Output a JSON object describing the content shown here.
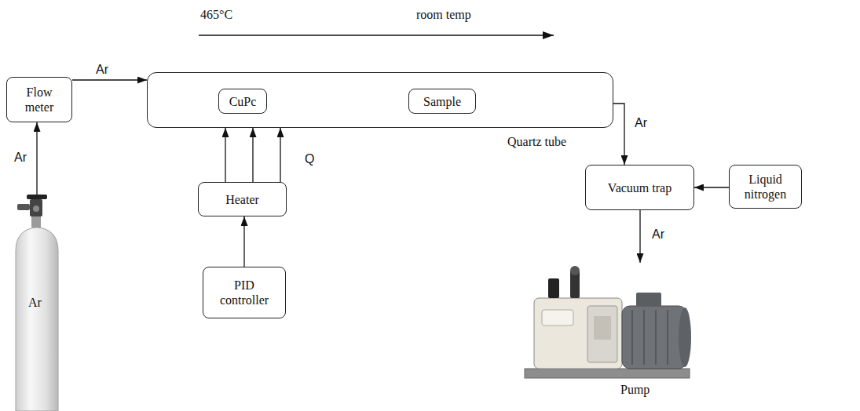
{
  "diagram": {
    "nodes": [
      {
        "text": [
          "Flow meter"
        ]
      },
      {
        "text": [
          "Quartz tube"
        ]
      },
      {
        "text": [
          "CuPc"
        ],
        "in": 1
      },
      {
        "text": [
          "Sample"
        ],
        "in": 1
      },
      {
        "text": [
          "Heater"
        ]
      },
      {
        "text": [
          "PID controller"
        ]
      },
      {
        "text": [
          "Vacuum trap"
        ]
      },
      {
        "text": [
          "Liquid nitrogen"
        ]
      },
      {
        "text": [
          "Pump"
        ]
      },
      {
        "text": [
          "Ar"
        ]
      }
    ],
    "edges": [
      {
        "from": 9,
        "to": 0,
        "arrow": "to",
        "label": "Ar"
      },
      {
        "from": 0,
        "to": 1,
        "arrow": "to",
        "label": "Ar"
      },
      {
        "from": 4,
        "to": 1,
        "arrow": "to"
      },
      {
        "from": 4,
        "to": 1,
        "arrow": "to"
      },
      {
        "from": 4,
        "to": 1,
        "arrow": "to",
        "label": "Q"
      },
      {
        "from": 5,
        "to": 4,
        "arrow": "to"
      },
      {
        "from": 1,
        "to": 6,
        "arrow": "to",
        "label": "Ar"
      },
      {
        "from": 7,
        "to": 6,
        "arrow": "to"
      },
      {
        "from": 6,
        "to": 8,
        "arrow": "to",
        "label": "Ar"
      }
    ],
    "labels": [
      "465°C",
      "room temp"
    ]
  }
}
